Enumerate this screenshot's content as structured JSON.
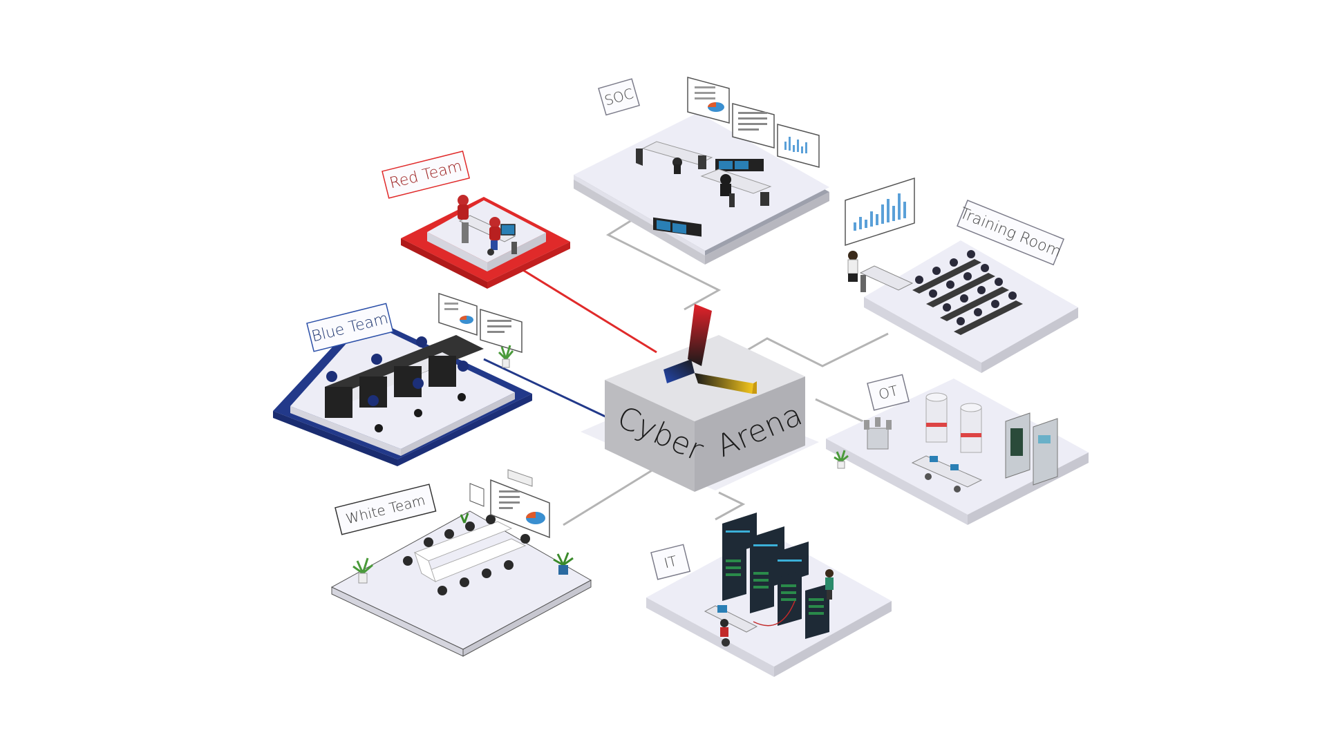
{
  "hub": {
    "word1": "Cyber",
    "word2": "Arena"
  },
  "rooms": {
    "soc": "SOC",
    "red": "Red Team",
    "blue": "Blue Team",
    "white": "White Team",
    "training": "Training Room",
    "ot": "OT",
    "it": "IT"
  },
  "colors": {
    "red_accent": "#e02a2a",
    "blue_accent": "#22398a",
    "connector": "#b4b4b4",
    "floor_top": "#ededf6",
    "hub_side": "#bcbcc0",
    "logo_red": "#d71f26",
    "logo_yellow": "#f2c21a",
    "logo_blue": "#2343a8"
  }
}
